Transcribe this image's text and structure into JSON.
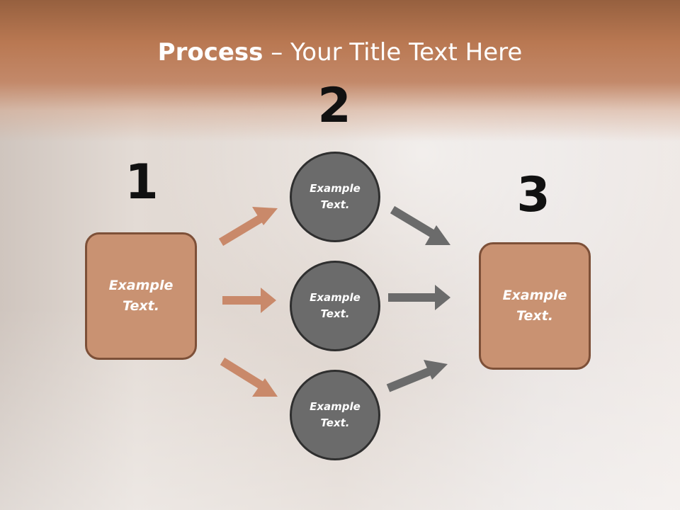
{
  "title": {
    "bold": "Process",
    "dash": " – ",
    "rest": "Your Title Text Here"
  },
  "steps": [
    {
      "number": "1",
      "text_line1": "Example",
      "text_line2": "Text."
    },
    {
      "number": "2",
      "circles": [
        {
          "text_line1": "Example",
          "text_line2": "Text."
        },
        {
          "text_line1": "Example",
          "text_line2": "Text."
        },
        {
          "text_line1": "Example",
          "text_line2": "Text."
        }
      ]
    },
    {
      "number": "3",
      "text_line1": "Example",
      "text_line2": "Text."
    }
  ],
  "colors": {
    "accent_brown": "#c99272",
    "accent_brown_dark": "#7d5038",
    "circle_gray": "#6b6b6b",
    "arrow_brown": "#c9896a",
    "arrow_gray": "#6b6b6b"
  }
}
